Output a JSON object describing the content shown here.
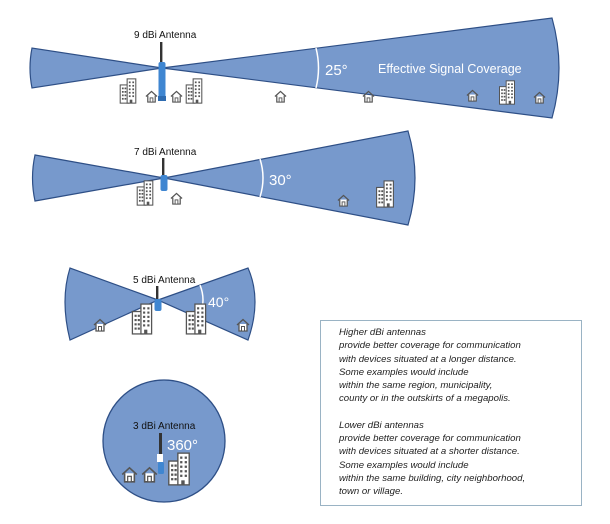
{
  "antennas": [
    {
      "label": "9 dBi Antenna",
      "angle": "25°",
      "coverage_label": "Effective Signal Coverage"
    },
    {
      "label": "7 dBi Antenna",
      "angle": "30°"
    },
    {
      "label": "5 dBi Antenna",
      "angle": "40°"
    },
    {
      "label": "3 dBi Antenna",
      "angle": "360°"
    }
  ],
  "colors": {
    "beam": "#7799cc",
    "beam_stroke": "#2e4f86",
    "antenna": "#3f86d1",
    "building": "#555555"
  },
  "info": {
    "higher": [
      "Higher dBi antennas",
      "provide better coverage for communication",
      "with devices situated at a longer distance.",
      "Some examples would include",
      "within the same region, municipality,",
      "county or in the outskirts of a megapolis."
    ],
    "lower": [
      "Lower dBi antennas",
      "provide better coverage for communication",
      "with devices situated at a shorter distance.",
      "Some examples would include",
      "within the same building, city neighborhood,",
      "town or village."
    ]
  }
}
